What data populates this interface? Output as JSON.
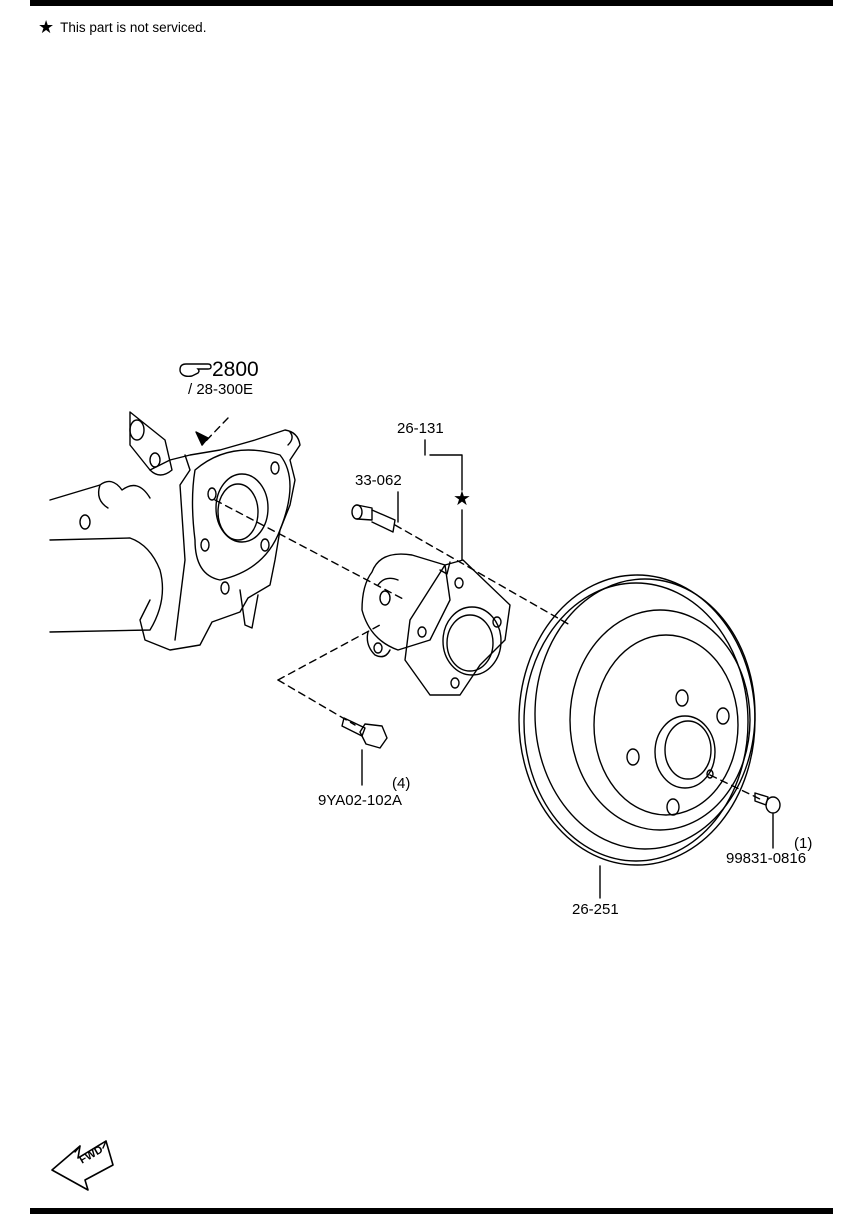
{
  "note": {
    "symbol": "★",
    "text": "This part is not serviced."
  },
  "reference": {
    "arrow_icon": "pointing-hand-icon",
    "number": "2800",
    "sub": "/ 28-300E"
  },
  "callouts": {
    "hub_assembly": "26-131",
    "hub_bolt": "33-062",
    "not_serviced_symbol": "★",
    "hub_mount_bolt_qty": "(4)",
    "hub_mount_bolt": "9YA02-102A",
    "drum_screw_qty": "(1)",
    "drum_screw": "99831-0816",
    "brake_drum": "26-251"
  },
  "fwd_arrow": {
    "icon": "forward-direction-arrow-icon",
    "text": "FWD"
  }
}
